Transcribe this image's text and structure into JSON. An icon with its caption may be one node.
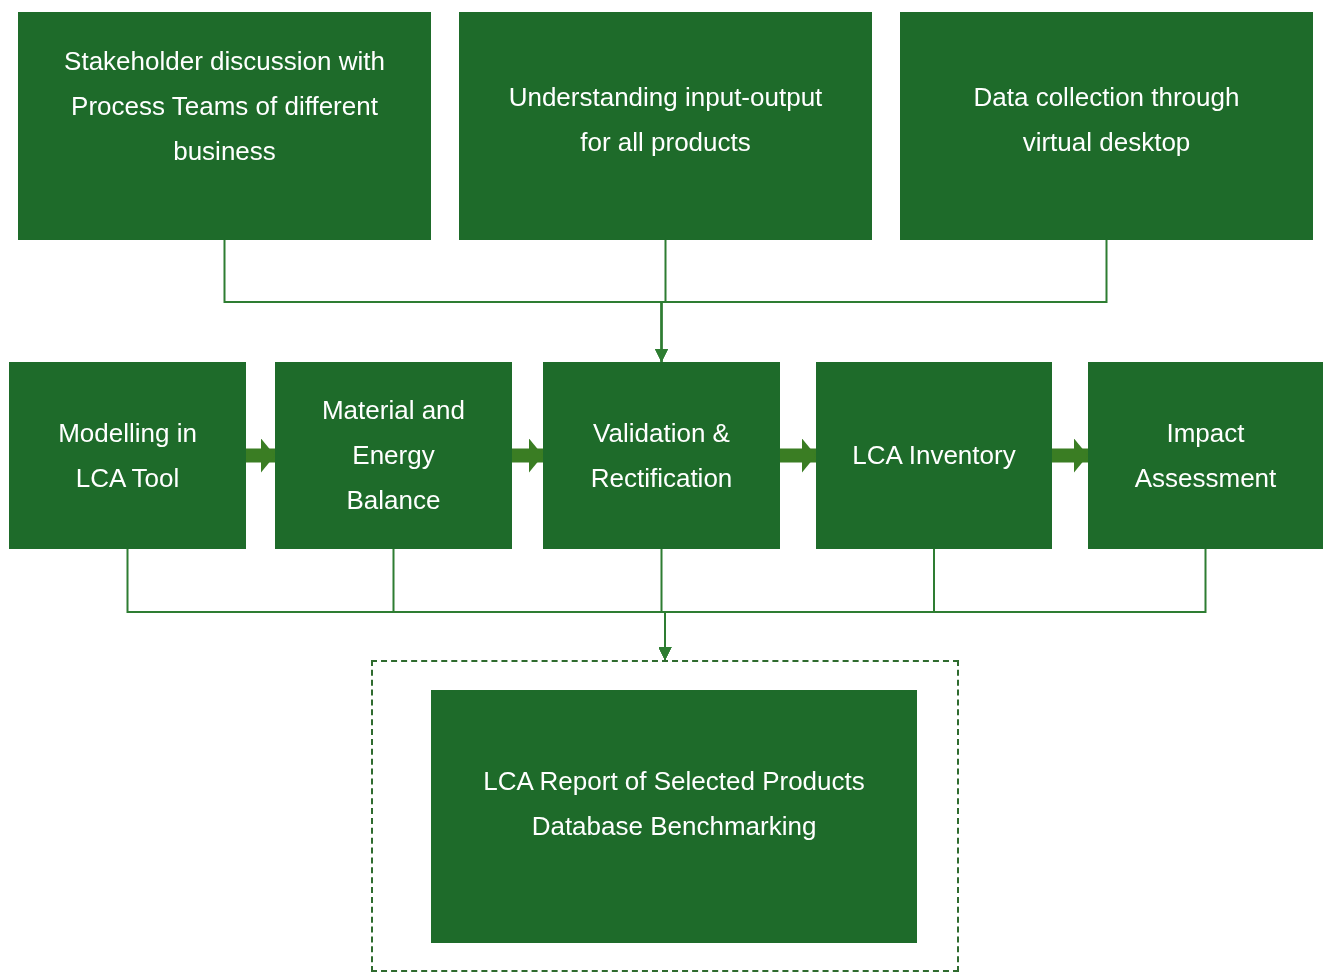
{
  "diagram": {
    "nodes": [
      {
        "text": [
          "Stakeholder discussion with Process Teams of different business"
        ]
      },
      {
        "text": [
          "Understanding input-output for all products"
        ]
      },
      {
        "text": [
          "Data collection through virtual desktop"
        ]
      },
      {
        "text": [
          "Modelling in LCA Tool"
        ]
      },
      {
        "text": [
          "Material and Energy Balance"
        ]
      },
      {
        "text": [
          "Validation & Rectification"
        ]
      },
      {
        "text": [
          "LCA Inventory"
        ]
      },
      {
        "text": [
          "Impact Assessment"
        ]
      },
      {
        "text": [],
        "shape": "box"
      },
      {
        "text": [
          "LCA Report of Selected Products",
          "Database Benchmarking"
        ],
        "in": 8
      }
    ],
    "edges": [
      {
        "from": 0,
        "to": 5,
        "arrow": "to"
      },
      {
        "from": 1,
        "to": 5,
        "arrow": "to"
      },
      {
        "from": 2,
        "to": 5,
        "arrow": "to"
      },
      {
        "from": 3,
        "to": 4,
        "arrow": "to",
        "style": "thick",
        "color": "#3a7d23"
      },
      {
        "from": 4,
        "to": 5,
        "arrow": "to",
        "style": "thick",
        "color": "#3a7d23"
      },
      {
        "from": 5,
        "to": 6,
        "arrow": "to",
        "style": "thick",
        "color": "#3a7d23"
      },
      {
        "from": 6,
        "to": 7,
        "arrow": "to",
        "style": "thick",
        "color": "#3a7d23"
      },
      {
        "from": 3,
        "to": 8,
        "arrow": "to"
      },
      {
        "from": 4,
        "to": 8,
        "arrow": "to"
      },
      {
        "from": 5,
        "to": 8,
        "arrow": "to"
      },
      {
        "from": 6,
        "to": 8,
        "arrow": "to"
      },
      {
        "from": 7,
        "to": 8,
        "arrow": "to"
      }
    ]
  }
}
